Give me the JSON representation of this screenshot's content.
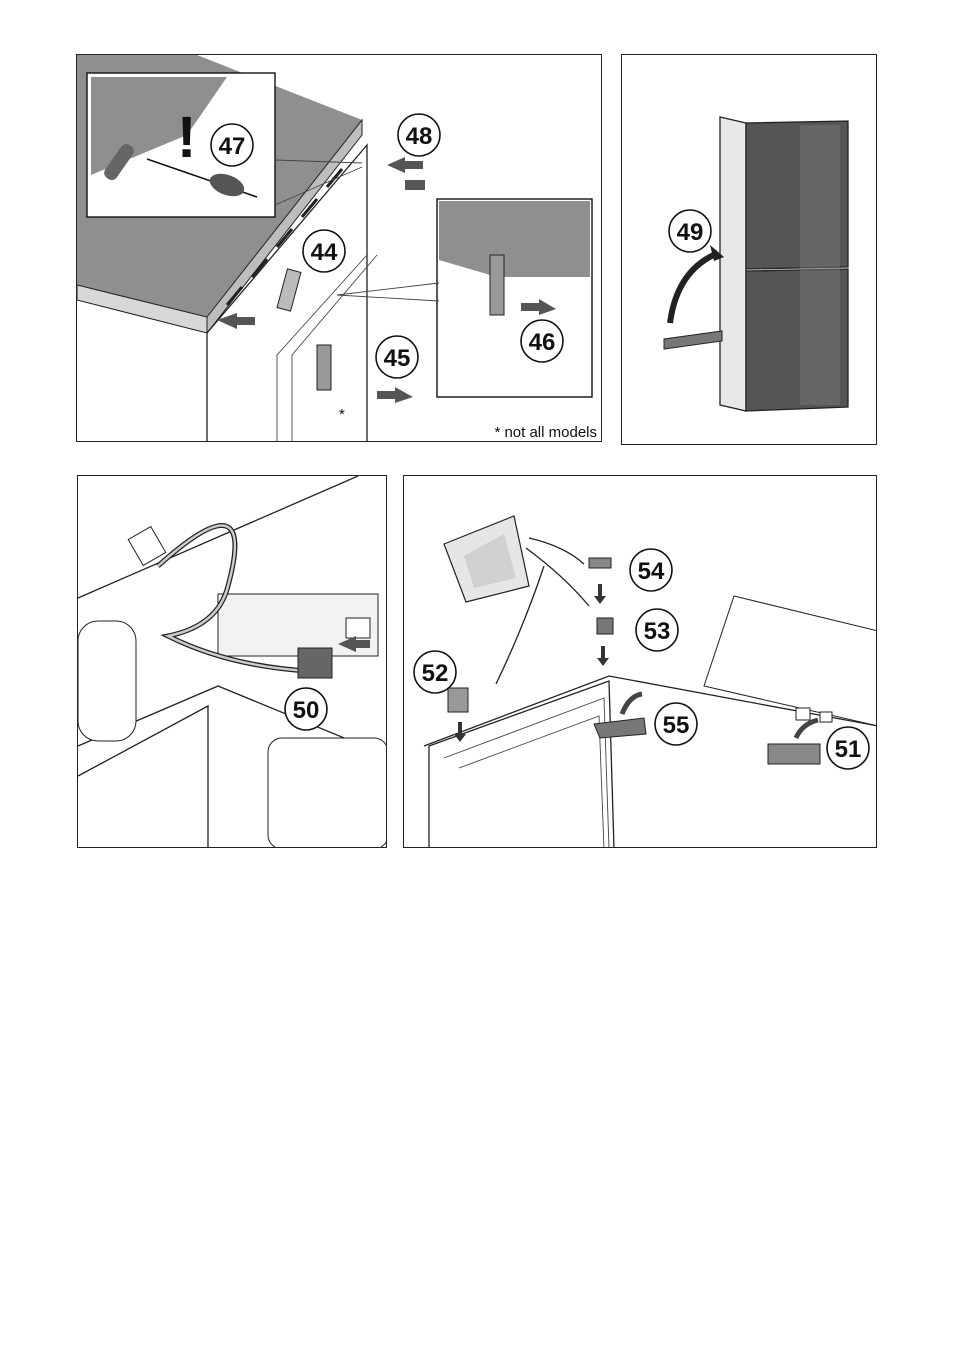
{
  "steps": {
    "s44": "44",
    "s45": "45",
    "s46": "46",
    "s47": "47",
    "s48": "48",
    "s49": "49",
    "s50": "50",
    "s51": "51",
    "s52": "52",
    "s53": "53",
    "s54": "54",
    "s55": "55"
  },
  "footnote": "* not all models",
  "asterisk": "*",
  "warning_mark": "!",
  "colors": {
    "line": "#222222",
    "arrow": "#555555",
    "surface": "#8a8a8a",
    "door_dark": "#555555"
  }
}
